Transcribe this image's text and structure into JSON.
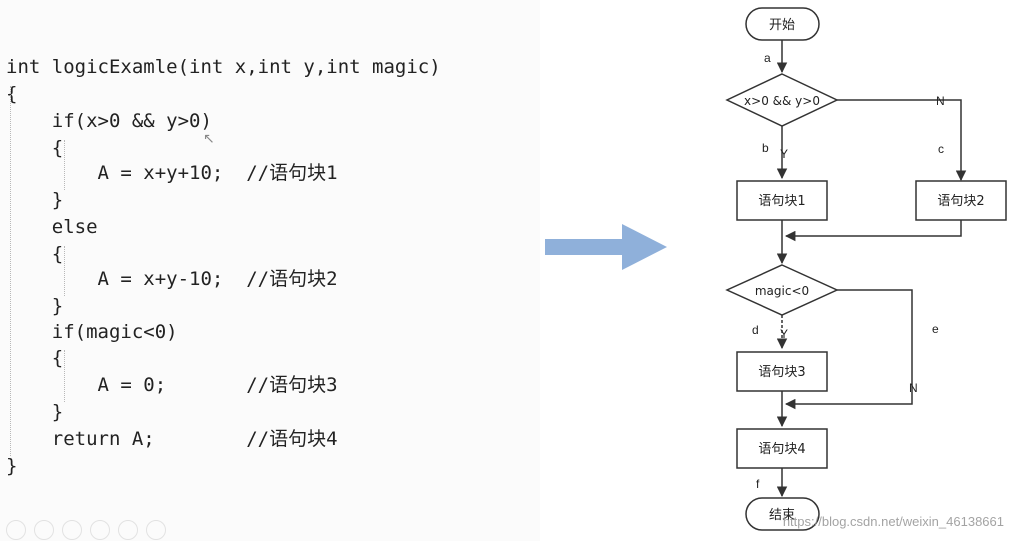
{
  "code": {
    "lines": [
      "int logicExamle(int x,int y,int magic)",
      "{",
      "    if(x>0 && y>0)",
      "    {",
      "        A = x+y+10;  //语句块1",
      "    }",
      "    else",
      "    {",
      "        A = x+y-10;  //语句块2",
      "    }",
      "    if(magic<0)",
      "    {",
      "        A = 0;       //语句块3",
      "    }",
      "    return A;        //语句块4",
      "}"
    ]
  },
  "flowchart": {
    "start": "开始",
    "end": "结束",
    "decision1": "x>0 && y>0",
    "decision2": "magic<0",
    "block1": "语句块1",
    "block2": "语句块2",
    "block3": "语句块3",
    "block4": "语句块4",
    "labels": {
      "a": "a",
      "b": "b",
      "c": "c",
      "d": "d",
      "e": "e",
      "f": "f",
      "yes1": "Y",
      "no1": "N",
      "yes2": "Y",
      "no2": "N"
    }
  },
  "watermark": "https://blog.csdn.net/weixin_46138661",
  "colors": {
    "arrow": "#8fb0da",
    "stroke": "#333333"
  }
}
